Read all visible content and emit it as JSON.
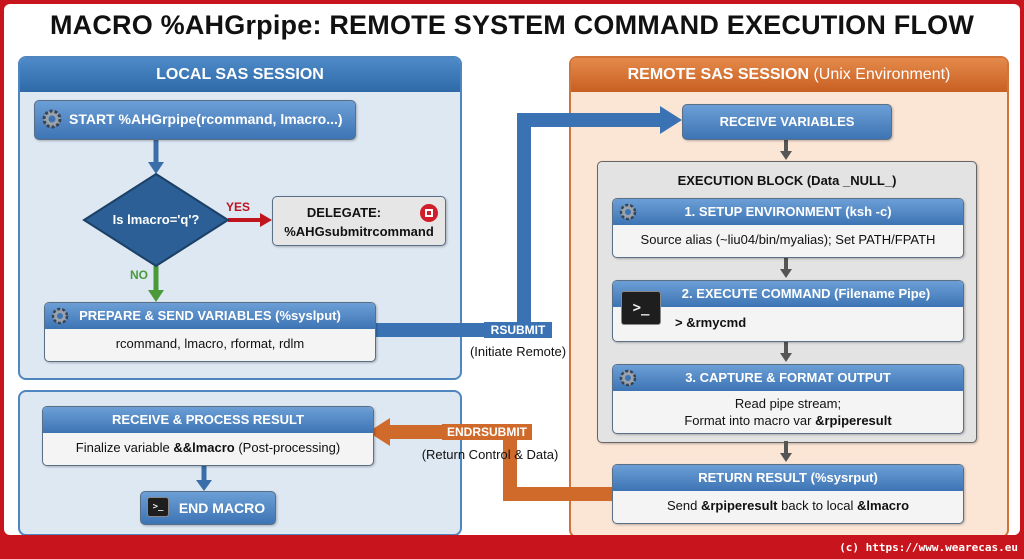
{
  "title": "MACRO %AHGrpipe: REMOTE SYSTEM COMMAND EXECUTION FLOW",
  "local_session": {
    "header": "LOCAL SAS SESSION"
  },
  "remote_session": {
    "header_bold": "REMOTE SAS SESSION",
    "header_suffix": " (Unix Environment)"
  },
  "local": {
    "start": "START %AHGrpipe(rcommand, lmacro...)",
    "decision": "Is lmacro='q'?",
    "yes_label": "YES",
    "no_label": "NO",
    "delegate_title": "DELEGATE:",
    "delegate_value": "%AHGsubmitrcommand",
    "prepare_title": "PREPARE & SEND VARIABLES (%syslput)",
    "prepare_body": "rcommand, lmacro, rformat, rdlm",
    "receive_title": "RECEIVE & PROCESS RESULT",
    "receive_body_prefix": "Finalize variable ",
    "receive_body_bold": "&&lmacro",
    "receive_body_suffix": " (Post-processing)",
    "end": "END MACRO"
  },
  "connectors": {
    "rsubmit": "RSUBMIT",
    "rsubmit_sub": "(Initiate Remote)",
    "endrsubmit": "ENDRSUBMIT",
    "endrsubmit_sub": "(Return Control & Data)"
  },
  "remote": {
    "receive_vars": "RECEIVE VARIABLES",
    "exec_block_title": "EXECUTION BLOCK (Data _NULL_)",
    "step1_title": "1. SETUP ENVIRONMENT (ksh -c)",
    "step1_body": "Source alias (~liu04/bin/myalias); Set PATH/FPATH",
    "step2_title": "2. EXECUTE COMMAND (Filename Pipe)",
    "step2_body": "> &rmycmd",
    "step3_title": "3. CAPTURE & FORMAT OUTPUT",
    "step3_body_line1": "Read pipe stream;",
    "step3_body_line2_prefix": "Format into macro var ",
    "step3_body_line2_bold": "&rpiperesult",
    "return_title": "RETURN RESULT (%sysrput)",
    "return_body_prefix": "Send ",
    "return_body_bold1": "&rpiperesult",
    "return_body_mid": " back to local ",
    "return_body_bold2": "&lmacro"
  },
  "footer": "(c) https://www.wearecas.eu",
  "colors": {
    "frame": "#c8141c",
    "local_blue": "#2f6aa8",
    "remote_orange": "#c85f22",
    "yes_red": "#c0141c",
    "no_green": "#4a9a3a"
  }
}
